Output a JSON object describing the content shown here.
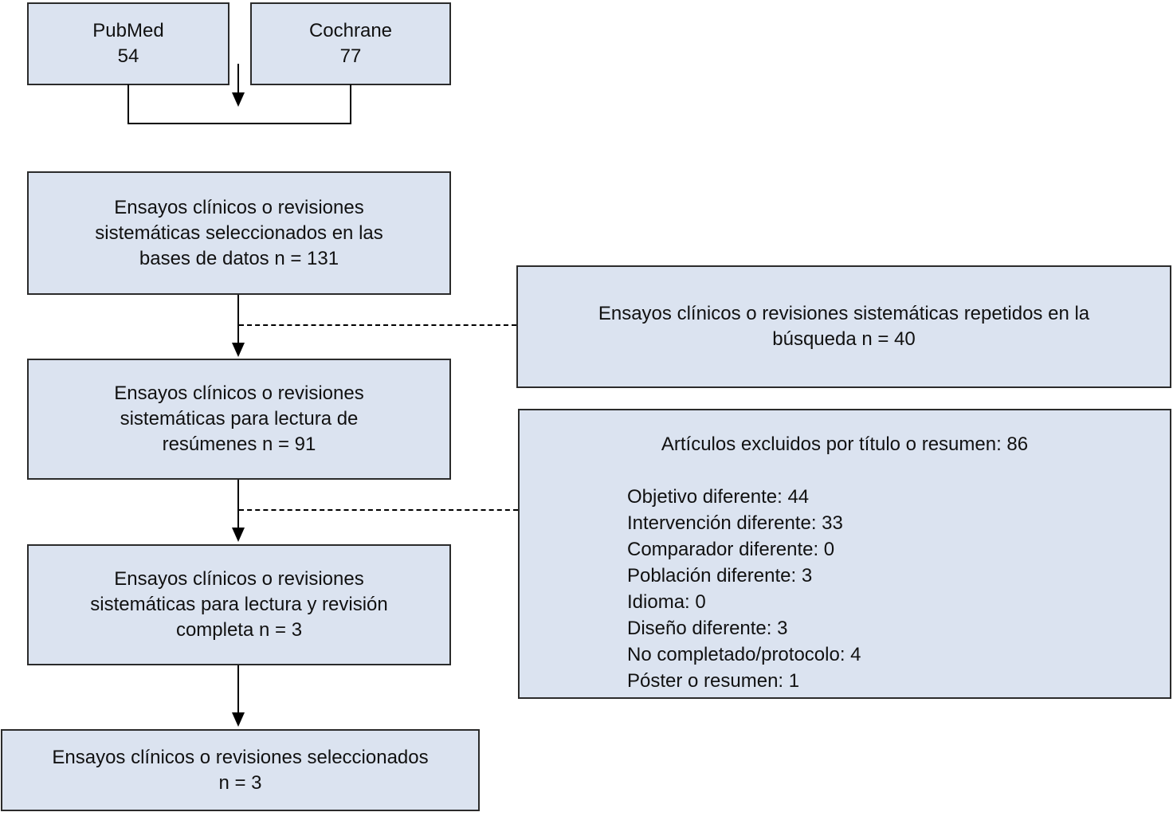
{
  "colors": {
    "background": "#ffffff",
    "box_fill": "#dbe3f0",
    "box_border": "#2b2b2b",
    "connector": "#000000"
  },
  "sources": [
    {
      "label": "PubMed",
      "count": "54"
    },
    {
      "label": "Cochrane",
      "count": "77"
    }
  ],
  "flow": {
    "database_selected": {
      "lines": [
        "Ensayos clínicos o revisiones",
        "sistemáticas seleccionados en las",
        "bases de datos n = 131"
      ]
    },
    "abstract_reading": {
      "lines": [
        "Ensayos clínicos o revisiones",
        "sistemáticas para lectura de",
        "resúmenes n = 91"
      ]
    },
    "full_reading": {
      "lines": [
        "Ensayos clínicos o revisiones",
        "sistemáticas para lectura y revisión",
        "completa n = 3"
      ]
    },
    "final_selected": {
      "lines": [
        "Ensayos clínicos o revisiones seleccionados",
        "n = 3"
      ]
    }
  },
  "exclusions": {
    "duplicates": {
      "lines": [
        "Ensayos clínicos o revisiones sistemáticas repetidos en la",
        "búsqueda n = 40"
      ]
    },
    "title_abstract": {
      "header": "Artículos excluidos por título o resumen: 86",
      "items": [
        "Objetivo diferente: 44",
        "Intervención diferente: 33",
        "Comparador diferente: 0",
        "Población diferente: 3",
        "Idioma: 0",
        "Diseño diferente: 3",
        "No completado/protocolo: 4",
        "Póster o resumen: 1"
      ]
    }
  }
}
